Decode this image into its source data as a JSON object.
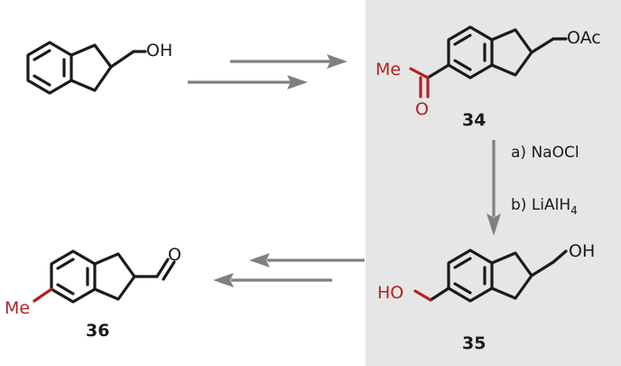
{
  "colors": {
    "bond": "#1a1a1a",
    "highlight": "#b22222",
    "arrow": "#808080",
    "panel": "#e6e6e6"
  },
  "start": {
    "oh": "OH"
  },
  "c34": {
    "me": "Me",
    "o": "O",
    "oac": "OAc",
    "label": "34"
  },
  "conditions": {
    "step_a": "a) NaOCl",
    "step_b_main": "b) LiAlH",
    "step_b_sub": "4"
  },
  "c35": {
    "ho": "HO",
    "oh": "OH",
    "label": "35"
  },
  "c36": {
    "me": "Me",
    "o": "O",
    "label": "36"
  }
}
